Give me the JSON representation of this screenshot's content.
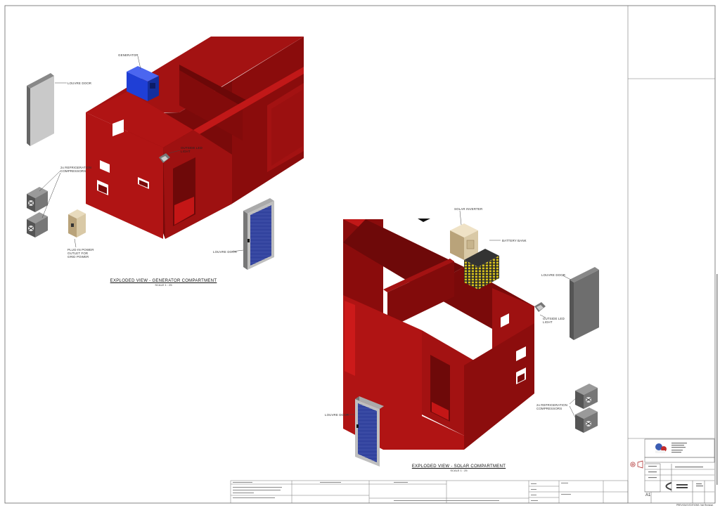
{
  "views": [
    {
      "title": "EXPLODED VIEW - GENERATOR COMPARTMENT",
      "scale": "SCALE 1 : 25",
      "labels": {
        "generator": "GENERATOR",
        "louvre_door_left": "LOUVRE DOOR",
        "outside_led": "OUTSIDE LED\nLIGHT",
        "refrigeration": "2x REFRIGERATION\nCOMPRESSORS",
        "plug_outlet": "PLUG-IN POWER\nOUTLET FOR\nGRID POWER",
        "louvre_door_right": "LOUVRE DOOR"
      }
    },
    {
      "title": "EXPLODED VIEW - SOLAR COMPARTMENT",
      "scale": "SCALE 1 : 25",
      "labels": {
        "solar_inverter": "SOLAR INVERTER",
        "battery_bank": "BATTERY BANK",
        "louvre_door_right": "LOUVRE DOOR",
        "outside_led": "OUTSIDE LED\nLIGHT",
        "refrigeration": "2x REFRIGERATION\nCOMPRESSORS",
        "louvre_door_left": "LOUVRE DOOR"
      }
    }
  ],
  "title_block": {
    "revision_label": "PREVIOUS EDITIONS:",
    "revision_value": "Not Revision",
    "sheet_size": "A1"
  },
  "colors": {
    "container_red": "#b01414",
    "door_blue": "#1e2f8f",
    "generator_blue": "#1f3fd6",
    "battery_yellow": "#d8c21c",
    "inverter_beige": "#d9c9a6"
  },
  "icons": [
    "company-logo-icon",
    "projection-symbol-icon",
    "client-logo-icon"
  ]
}
